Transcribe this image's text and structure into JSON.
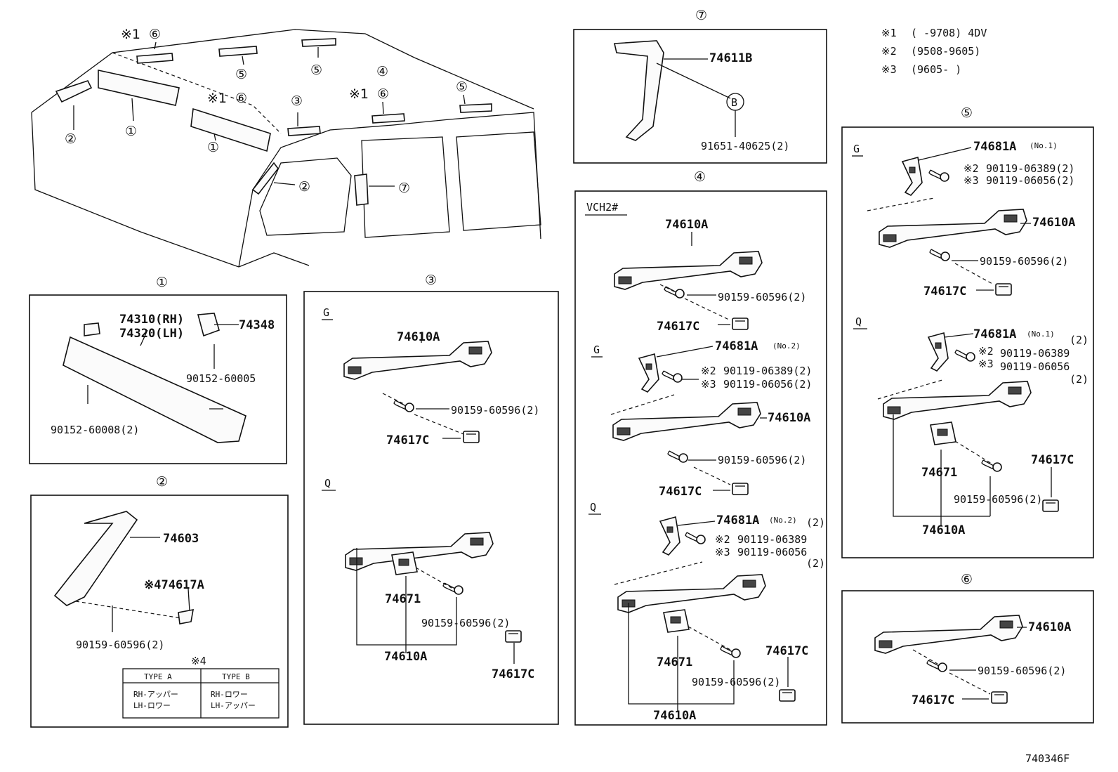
{
  "legend": {
    "note1": "※1",
    "note1_text": "(     -9708) 4DV",
    "note2": "※2",
    "note2_text": "(9508-9605)",
    "note3": "※3",
    "note3_text": "(9605-      )"
  },
  "overview": {
    "c1": "①",
    "c2": "②",
    "c3": "③",
    "c4": "④",
    "c5": "⑤",
    "c6": "⑥",
    "c7": "⑦",
    "mark1": "※1"
  },
  "panel1": {
    "title": "①",
    "visor_rh": "74310(RH)",
    "visor_lh": "74320(LH)",
    "holder": "74348",
    "screw_a": "90152-60005",
    "screw_b": "90152-60008(2)"
  },
  "panel2": {
    "title": "②",
    "grip": "74603",
    "cover": "※474617A",
    "screw": "90159-60596(2)",
    "note_mark": "※4",
    "table": {
      "col_a": "TYPE A",
      "col_b": "TYPE B",
      "a_line1": "RH-アッパー",
      "a_line2": "LH-ロワー",
      "b_line1": "RH-ロワー",
      "b_line2": "LH-アッパー"
    }
  },
  "panel3": {
    "title": "③",
    "label_g": "G",
    "label_q": "Q",
    "grip_top": "74610A",
    "screw_top": "90159-60596(2)",
    "cap_top": "74617C",
    "bracket": "74671",
    "screw_bottom": "90159-60596(2)",
    "grip_bottom": "74610A",
    "cap_bottom": "74617C"
  },
  "panel4": {
    "title": "④",
    "model": "VCH2#",
    "grip_1": "74610A",
    "screw_1": "90159-60596(2)",
    "cap_1": "74617C",
    "label_g": "G",
    "bracket_g": "74681A",
    "bracket_g_no": "(No.2)",
    "bolt_g_mark2": "※2",
    "bolt_g_2": "90119-06389(2)",
    "bolt_g_mark3": "※3",
    "bolt_g_3": "90119-06056(2)",
    "grip_2": "74610A",
    "screw_2": "90159-60596(2)",
    "cap_2": "74617C",
    "label_q": "Q",
    "bracket_q": "74681A",
    "bracket_q_no": "(No.2)",
    "bracket_q_qty": "(2)",
    "bolt_q_mark2": "※2",
    "bolt_q_2": "90119-06389",
    "bolt_q_mark3": "※3",
    "bolt_q_3": "90119-06056",
    "bolt_q_qty": "(2)",
    "cap_3": "74617C",
    "bracket_3": "74671",
    "screw_3": "90159-60596(2)",
    "grip_3": "74610A"
  },
  "panel5": {
    "title": "⑤",
    "label_g": "G",
    "bracket_g": "74681A",
    "bracket_g_no": "(No.1)",
    "bolt_g_mark2": "※2",
    "bolt_g_2": "90119-06389(2)",
    "bolt_g_mark3": "※3",
    "bolt_g_3": "90119-06056(2)",
    "grip_g": "74610A",
    "screw_g": "90159-60596(2)",
    "cap_g": "74617C",
    "label_q": "Q",
    "bracket_q": "74681A",
    "bracket_q_no": "(No.1)",
    "bracket_q_qty": "(2)",
    "bolt_q_mark2": "※2",
    "bolt_q_2": "90119-06389",
    "bolt_q_mark3": "※3",
    "bolt_q_3": "90119-06056",
    "bolt_q_qty": "(2)",
    "cap_q": "74617C",
    "bracket_671": "74671",
    "screw_q": "90159-60596(2)",
    "grip_q": "74610A"
  },
  "panel6": {
    "title": "⑥",
    "grip": "74610A",
    "screw": "90159-60596(2)",
    "cap": "74617C"
  },
  "panel7": {
    "title": "⑦",
    "grip": "74611B",
    "ref": "B",
    "screw": "91651-40625(2)"
  },
  "footer": {
    "code": "740346F"
  }
}
